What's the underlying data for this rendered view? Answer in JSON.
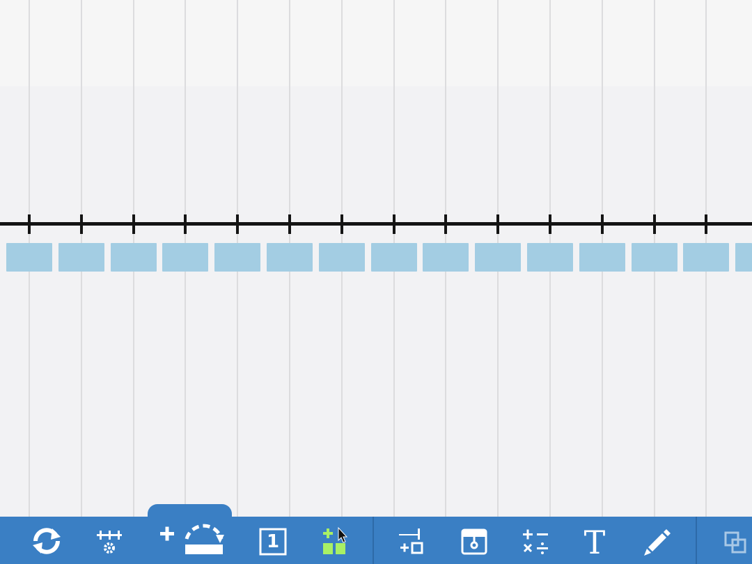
{
  "colors": {
    "toolbar_bg": "#3a7fc4",
    "icon_white": "#ffffff",
    "tile_blue": "#a3cde3",
    "accent_green": "#a8f065",
    "number_line": "#141414",
    "gridline": "#dcdcde"
  },
  "toolbar": {
    "tools": [
      {
        "id": "refresh",
        "icon": "refresh-icon"
      },
      {
        "id": "number-line-settings",
        "icon": "number-line-settings-icon"
      },
      {
        "id": "add-jump",
        "icon": "add-jump-arc-icon",
        "selected": true
      },
      {
        "id": "number-tile",
        "icon": "number-one-icon",
        "label": "1"
      },
      {
        "id": "add-tiles",
        "icon": "add-tiles-icon"
      },
      {
        "id": "place-marker",
        "icon": "tick-box-icon"
      },
      {
        "id": "hide-reveal",
        "icon": "hide-reveal-icon"
      },
      {
        "id": "operations",
        "icon": "operations-icon"
      },
      {
        "id": "text",
        "icon": "text-icon",
        "label": "T"
      },
      {
        "id": "pencil",
        "icon": "pencil-icon"
      },
      {
        "id": "layers",
        "icon": "layers-icon"
      }
    ]
  }
}
